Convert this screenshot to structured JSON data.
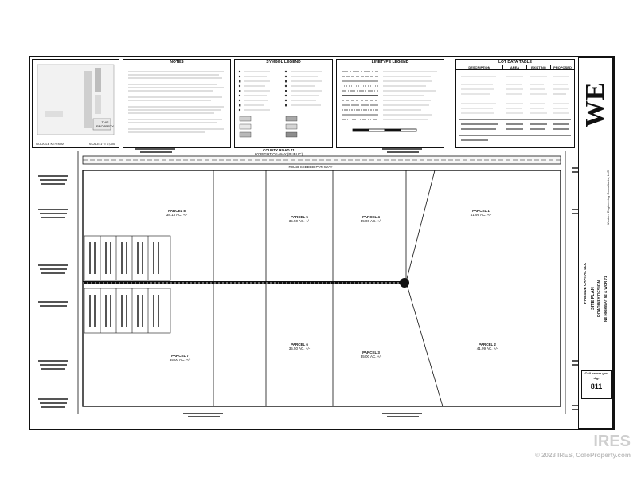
{
  "panels": {
    "notes_title": "NOTES",
    "symbol_title": "SYMBOL LEGEND",
    "linetype_title": "LINETYPE LEGEND",
    "lot_table_title": "LOT DATA TABLE",
    "vicinity_title": "GOOGLE KEY MAP",
    "vicinity_scale": "SCALE 1\" = 2,000'",
    "vicinity_this": "THIS PROPERTY"
  },
  "lot_table": {
    "headers": [
      "DESCRIPTION",
      "AREA",
      "EXISTING",
      "PROPOSED"
    ]
  },
  "roads": {
    "north": "COUNTY ROAD 71",
    "north_sub": "60' RIGHT-OF-WAY (PUBLIC)",
    "south_strip": "ROAD SEEDED PATHWAY"
  },
  "parcels": [
    {
      "name": "PARCEL 8",
      "acres": "38.13 AC. +/-"
    },
    {
      "name": "PARCEL 5",
      "acres": "35.50 AC. +/-"
    },
    {
      "name": "PARCEL 4",
      "acres": "35.00 AC. +/-"
    },
    {
      "name": "PARCEL 1",
      "acres": "41.99 AC. +/-"
    },
    {
      "name": "PARCEL 7",
      "acres": "35.00 AC. +/-"
    },
    {
      "name": "PARCEL 6",
      "acres": "35.50 AC. +/-"
    },
    {
      "name": "PARCEL 3",
      "acres": "35.00 AC. +/-"
    },
    {
      "name": "PARCEL 2",
      "acres": "41.99 AC. +/-"
    }
  ],
  "title_block": {
    "logo_letters": "WE",
    "firm": "Western Engineering Consultants, LLC",
    "client": "FIRESIDE CAPITAL LLC",
    "sheet_title": "SITE PLAN",
    "project_line1": "ROADWAY DESIGN",
    "project_line2": "NE HIGHWAY 52 & WCR 71",
    "call_before": "Call before you dig.",
    "call_number": "811"
  },
  "watermark": {
    "brand": "IRES",
    "copy": "© 2023 IRES, ColoProperty.com"
  }
}
